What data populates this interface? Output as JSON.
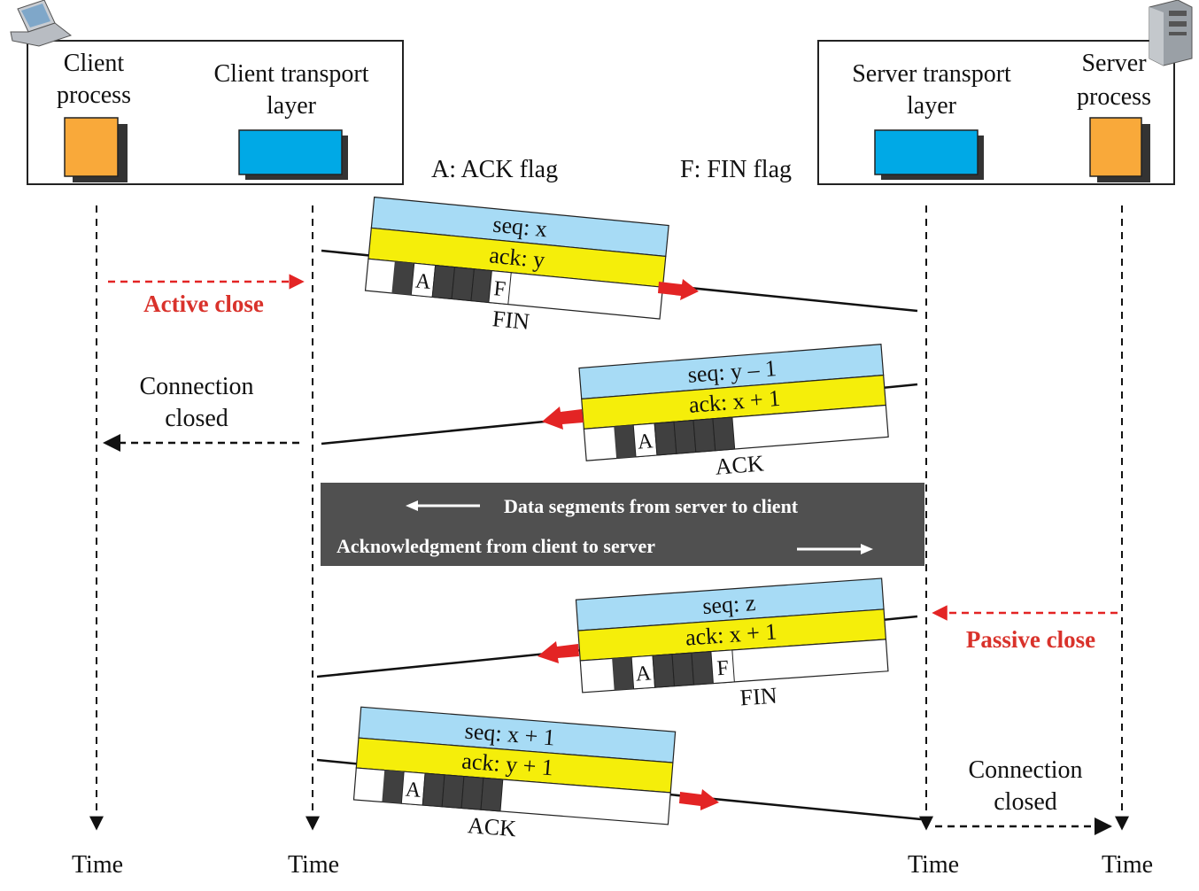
{
  "client": {
    "process_label_1": "Client",
    "process_label_2": "process",
    "transport_label_1": "Client transport",
    "transport_label_2": "layer",
    "icon": "laptop-icon"
  },
  "server": {
    "transport_label_1": "Server transport",
    "transport_label_2": "layer",
    "process_label_1": "Server",
    "process_label_2": "process",
    "icon": "server-tower-icon"
  },
  "legend": {
    "ack_flag": "A: ACK flag",
    "fin_flag": "F: FIN flag"
  },
  "colors": {
    "process_box": "#f9a93a",
    "transport_box": "#00a9e6",
    "seq_field": "#a7dbf5",
    "ack_field": "#f5ee0a",
    "flag_dark": "#404040",
    "arrow_red": "#e32424",
    "close_label_red": "#d9322b",
    "data_banner": "#505050"
  },
  "annotations": {
    "active_close": "Active close",
    "passive_close": "Passive close",
    "client_connection_closed_1": "Connection",
    "client_connection_closed_2": "closed",
    "server_connection_closed_1": "Connection",
    "server_connection_closed_2": "closed"
  },
  "data_banner": {
    "line1": "Data segments from server to client",
    "line2": "Acknowledgment from client to server"
  },
  "segments": [
    {
      "seq": "seq: x",
      "ack": "ack: y",
      "flag_a": "A",
      "flag_f": "F",
      "name": "FIN"
    },
    {
      "seq": "seq: y – 1",
      "ack": "ack: x + 1",
      "flag_a": "A",
      "name": "ACK"
    },
    {
      "seq": "seq: z",
      "ack": "ack: x + 1",
      "flag_a": "A",
      "flag_f": "F",
      "name": "FIN"
    },
    {
      "seq": "seq: x + 1",
      "ack": "ack: y + 1",
      "flag_a": "A",
      "name": "ACK"
    }
  ],
  "timelines": {
    "client_process": "Time",
    "client_transport": "Time",
    "server_transport": "Time",
    "server_process": "Time"
  }
}
